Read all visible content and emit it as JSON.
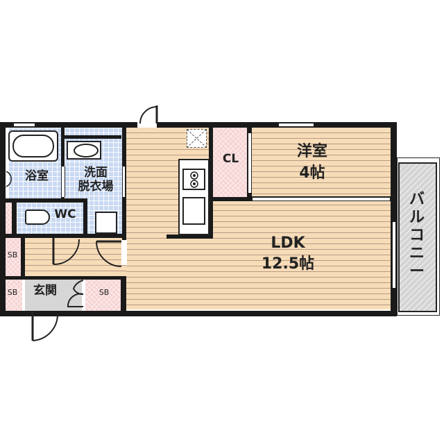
{
  "floorplan": {
    "rooms": {
      "bathroom": {
        "label": "浴室"
      },
      "washroom": {
        "label_line1": "洗面",
        "label_line2": "脱衣場"
      },
      "wc": {
        "label": "WC"
      },
      "kitchen_closet": {
        "label": "CL"
      },
      "western_room": {
        "label_line1": "洋室",
        "label_line2": "4帖"
      },
      "ldk": {
        "label_line1": "LDK",
        "label_line2": "12.5帖"
      },
      "balcony": {
        "label": "バルコニー"
      },
      "entrance": {
        "label": "玄関"
      },
      "storage_1": {
        "label": "SB"
      },
      "storage_2": {
        "label": "SB"
      },
      "storage_3": {
        "label": "SB"
      }
    },
    "colors": {
      "wall": "#1a1a1a",
      "wood_floor": "#f7dcb8",
      "tile_floor": "#c9d9f2",
      "storage": "#f7d3d3",
      "entrance": "#d6d6d6",
      "balcony": "#d4d4d4"
    }
  }
}
